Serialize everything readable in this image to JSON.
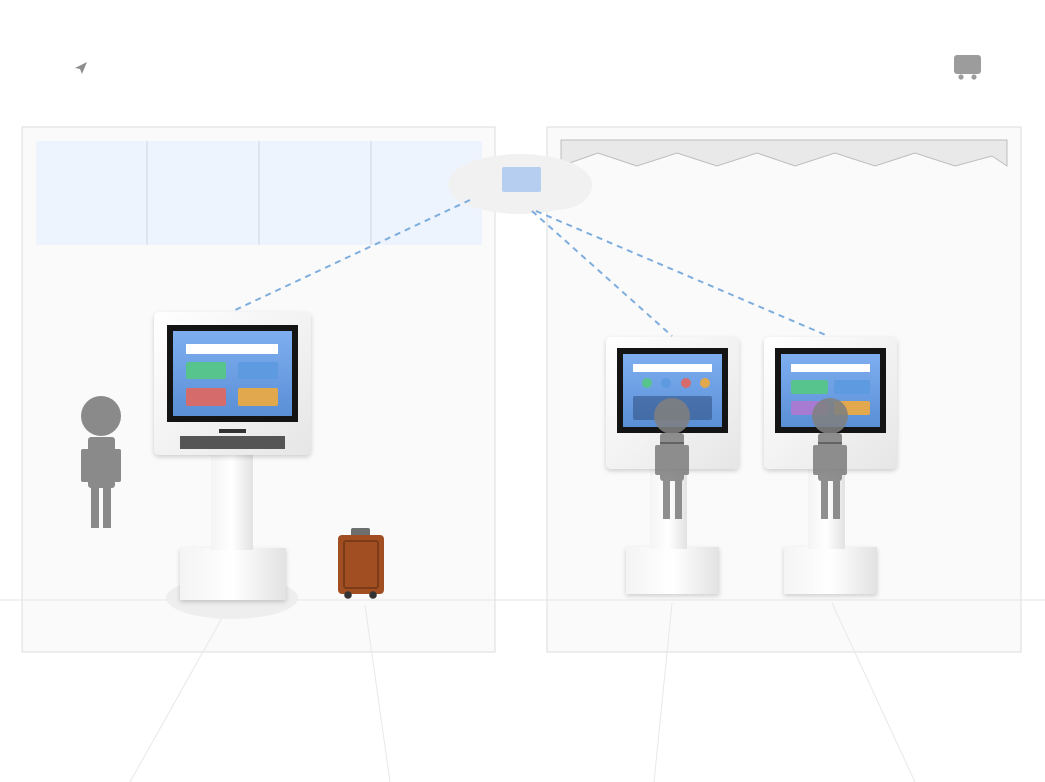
{
  "icons": {
    "top_left": "plane-icon",
    "top_right": "luggage-cart-icon"
  },
  "scene": {
    "left_panel": "check-in-area",
    "right_panel": "service-area",
    "network_hub": "cloud-server"
  },
  "colors": {
    "panel_border": "#dcdcdc",
    "panel_fill": "#fafafa",
    "window_fill": "#eef4fd",
    "screen_blue": "#6e9fe0",
    "connection_line": "#7eaede",
    "person_grey": "#8a8a8a",
    "suitcase": "#a14f22",
    "button_green": "#58c48d",
    "button_red": "#d56b6b",
    "button_orange": "#e2a84e",
    "button_purple": "#a87bd3"
  }
}
